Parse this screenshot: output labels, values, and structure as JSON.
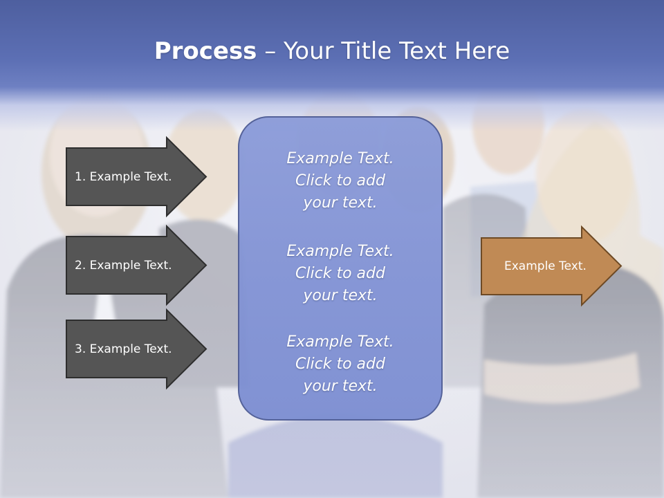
{
  "slide": {
    "title_bold": "Process",
    "title_rest": " – Your Title Text Here",
    "left_arrows": [
      {
        "label": "1. Example Text."
      },
      {
        "label": "2. Example Text."
      },
      {
        "label": "3. Example Text."
      }
    ],
    "center_items": [
      {
        "line1": "Example Text.",
        "line2": "Click  to add",
        "line3": "your text."
      },
      {
        "line1": "Example Text.",
        "line2": "Click  to add",
        "line3": "your text."
      },
      {
        "line1": "Example Text.",
        "line2": "Click  to add",
        "line3": "your text."
      }
    ],
    "right_arrow": {
      "label": "Example Text."
    }
  },
  "colors": {
    "banner": "#5c6fb4",
    "left_arrow_fill": "#555555",
    "center_box_fill": "#8394d5",
    "right_arrow_fill": "#c08a55"
  }
}
